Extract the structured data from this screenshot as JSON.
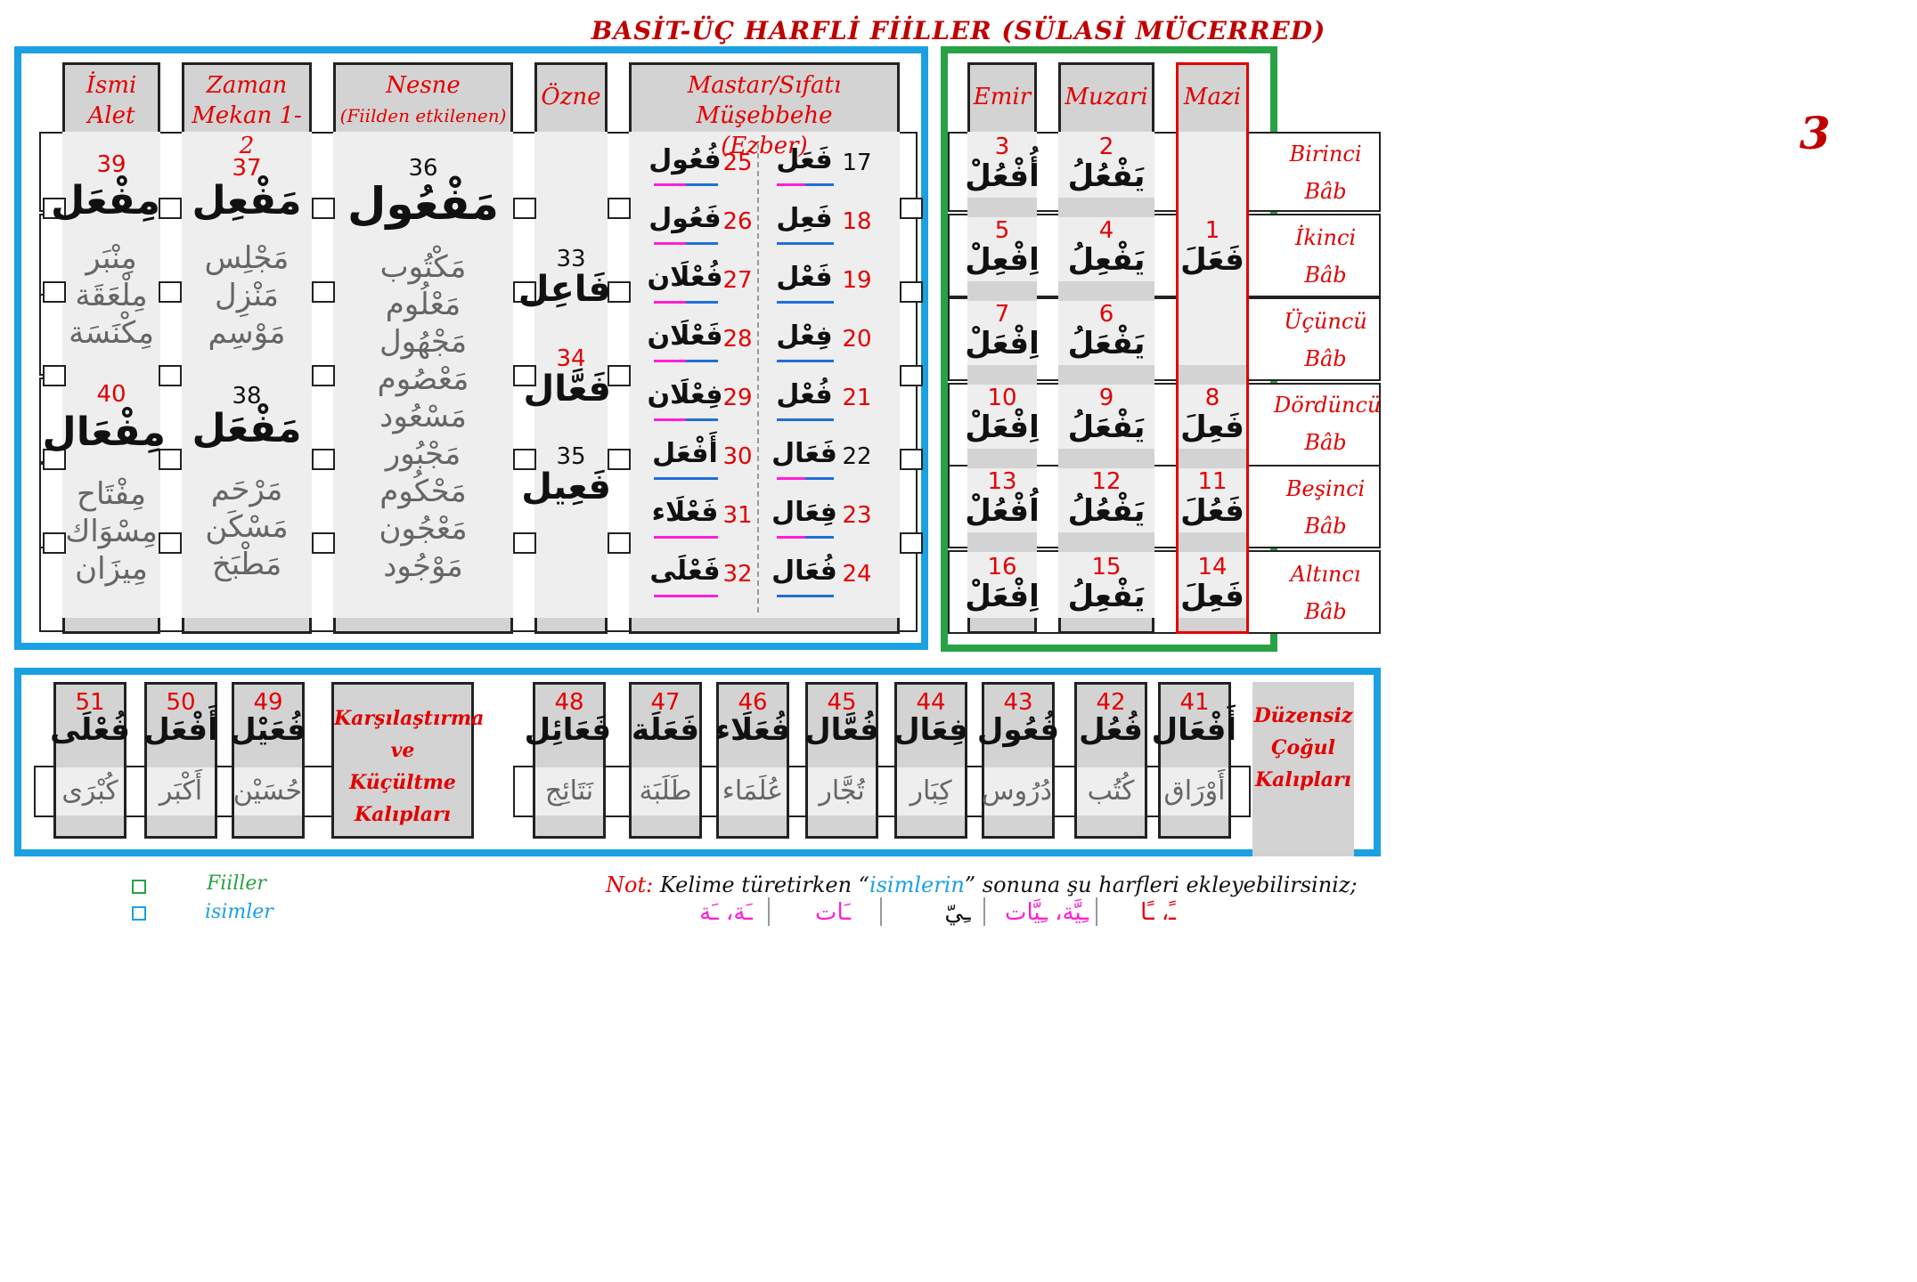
{
  "title": "BASİT-ÜÇ HARFLİ FİİLLER (SÜLASİ MÜCERRED)",
  "page_number": "3",
  "headers": {
    "ismi_alet": [
      "İsmi",
      "Alet"
    ],
    "zaman_mekan": [
      "Zaman",
      "Mekan 1-2"
    ],
    "nesne": [
      "Nesne",
      "(Fiilden etkilenen)"
    ],
    "ozne": [
      "Özne"
    ],
    "mastar": [
      "Mastar/Sıfatı Müşebbehe",
      "(Ezber)"
    ],
    "emir": [
      "Emir"
    ],
    "muzari": [
      "Muzari"
    ],
    "mazi": [
      "Mazi"
    ]
  },
  "ismi_alet": {
    "n39": "39",
    "p39": "مِفْعَل",
    "ex1": [
      "مِنْبَر",
      "مِلْعَقَة",
      "مِكْنَسَة"
    ],
    "n40": "40",
    "p40": "مِفْعَال",
    "ex2": [
      "مِفْتَاح",
      "مِسْوَاك",
      "مِيزَان"
    ]
  },
  "zaman_mekan": {
    "n37": "37",
    "p37": "مَفْعِل",
    "ex1": [
      "مَجْلِس",
      "مَنْزِل",
      "مَوْسِم"
    ],
    "n38": "38",
    "p38": "مَفْعَل",
    "ex2": [
      "مَرْحَم",
      "مَسْكَن",
      "مَطْبَخ"
    ]
  },
  "nesne": {
    "n36": "36",
    "p36": "مَفْعُول",
    "ex": [
      "مَكْتُوب",
      "مَعْلُوم",
      "مَجْهُول",
      "مَعْصُوم",
      "مَسْعُود",
      "مَجْبُور",
      "مَحْكُوم",
      "مَعْجُون",
      "مَوْجُود"
    ]
  },
  "ozne": [
    {
      "n": "33",
      "p": "فَاعِل"
    },
    {
      "n": "34",
      "p": "فَعَّال"
    },
    {
      "n": "35",
      "p": "فَعِيل"
    }
  ],
  "mastar_right": [
    {
      "n": "17",
      "p": "فَعَل"
    },
    {
      "n": "18",
      "p": "فَعِل"
    },
    {
      "n": "19",
      "p": "فَعْل"
    },
    {
      "n": "20",
      "p": "فِعْل"
    },
    {
      "n": "21",
      "p": "فُعْل"
    },
    {
      "n": "22",
      "p": "فَعَال"
    },
    {
      "n": "23",
      "p": "فِعَال"
    },
    {
      "n": "24",
      "p": "فُعَال"
    }
  ],
  "mastar_left": [
    {
      "n": "25",
      "p": "فُعُول"
    },
    {
      "n": "26",
      "p": "فَعُول"
    },
    {
      "n": "27",
      "p": "فُعْلَان"
    },
    {
      "n": "28",
      "p": "فَعْلَان"
    },
    {
      "n": "29",
      "p": "فِعْلَان"
    },
    {
      "n": "30",
      "p": "أَفْعَل"
    },
    {
      "n": "31",
      "p": "فَعْلَاء"
    },
    {
      "n": "32",
      "p": "فَعْلَى"
    }
  ],
  "babs": [
    {
      "label": [
        "Birinci",
        "Bâb"
      ],
      "emir_n": "3",
      "emir": "أُفْعُلْ",
      "muz_n": "2",
      "muz": "يَفْعُلُ",
      "mazi_n": "1",
      "mazi": "فَعَلَ"
    },
    {
      "label": [
        "İkinci",
        "Bâb"
      ],
      "emir_n": "5",
      "emir": "اِفْعِلْ",
      "muz_n": "4",
      "muz": "يَفْعِلُ",
      "mazi_n": "",
      "mazi": ""
    },
    {
      "label": [
        "Üçüncü",
        "Bâb"
      ],
      "emir_n": "7",
      "emir": "اِفْعَلْ",
      "muz_n": "6",
      "muz": "يَفْعَلُ",
      "mazi_n": "",
      "mazi": ""
    },
    {
      "label": [
        "Dördüncü",
        "Bâb"
      ],
      "emir_n": "10",
      "emir": "اِفْعَلْ",
      "muz_n": "9",
      "muz": "يَفْعَلُ",
      "mazi_n": "8",
      "mazi": "فَعِلَ"
    },
    {
      "label": [
        "Beşinci",
        "Bâb"
      ],
      "emir_n": "13",
      "emir": "اُفْعُلْ",
      "muz_n": "12",
      "muz": "يَفْعُلُ",
      "mazi_n": "11",
      "mazi": "فَعُلَ"
    },
    {
      "label": [
        "Altıncı",
        "Bâb"
      ],
      "emir_n": "16",
      "emir": "اِفْعَلْ",
      "muz_n": "15",
      "muz": "يَفْعِلُ",
      "mazi_n": "14",
      "mazi": "فَعِلَ"
    }
  ],
  "karsilastirma": {
    "label": [
      "Karşılaştırma",
      "ve Küçültme",
      "Kalıpları"
    ],
    "items": [
      {
        "n": "51",
        "p": "فُعْلَى",
        "ex": "كُبْرَى"
      },
      {
        "n": "50",
        "p": "أَفْعَل",
        "ex": "أَكْبَر"
      },
      {
        "n": "49",
        "p": "فُعَيْل",
        "ex": "حُسَيْن"
      }
    ]
  },
  "duzensiz": {
    "label": [
      "Düzensiz",
      "Çoğul",
      "Kalıpları"
    ],
    "items": [
      {
        "n": "48",
        "p": "فَعَائِل",
        "ex": "نَتَائِج"
      },
      {
        "n": "47",
        "p": "فَعَلَة",
        "ex": "طَلَبَة"
      },
      {
        "n": "46",
        "p": "فُعَلَاء",
        "ex": "عُلَمَاء"
      },
      {
        "n": "45",
        "p": "فُعَّال",
        "ex": "تُجَّار"
      },
      {
        "n": "44",
        "p": "فِعَال",
        "ex": "كِبَار"
      },
      {
        "n": "43",
        "p": "فُعُول",
        "ex": "دُرُوس"
      },
      {
        "n": "42",
        "p": "فُعُل",
        "ex": "كُتُب"
      },
      {
        "n": "41",
        "p": "أَفْعَال",
        "ex": "أَوْرَاق"
      }
    ]
  },
  "legend": {
    "fiiller": "Fiiller",
    "isimler": "isimler",
    "fiiller_color": "#27a245",
    "isimler_color": "#1ba1e2"
  },
  "note": {
    "prefix": "Not:",
    "text_a": "Kelime türetirken “",
    "highlight": "isimlerin",
    "text_b": "” sonuna şu harfleri ekleyebilirsiniz;",
    "suffixes": [
      "ـَة، ـَة",
      "ـَات",
      "ـِيّ",
      "ـِيَّة، ـِيَّات",
      "ـً، ـًا"
    ]
  }
}
